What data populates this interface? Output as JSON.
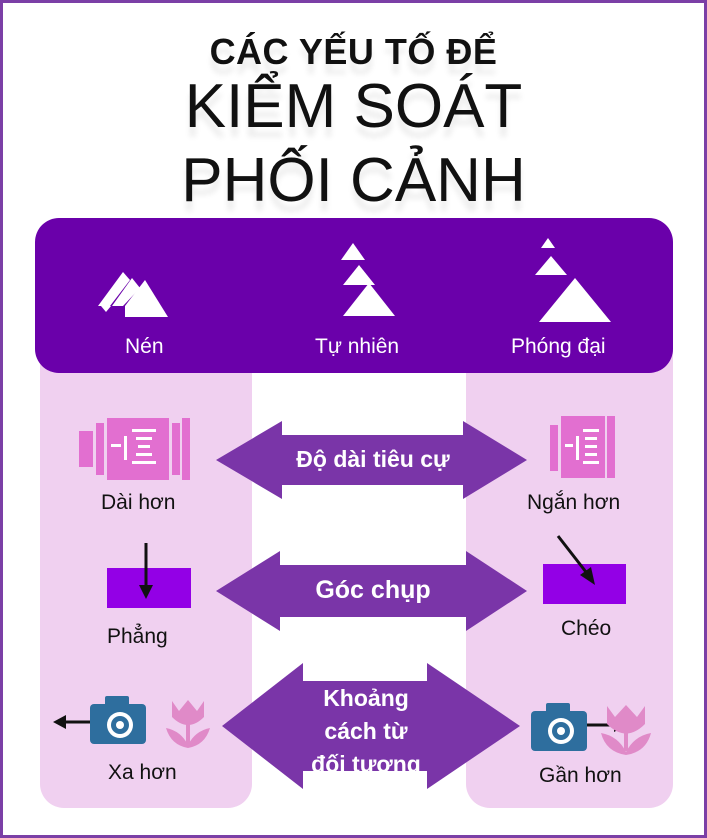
{
  "title": {
    "line1": "CÁC YẾU TỐ ĐỂ",
    "line2": "KIỂM SOÁT",
    "line3": "PHỐI CẢNH"
  },
  "perspective_types": [
    {
      "label": "Nén"
    },
    {
      "label": "Tự nhiên"
    },
    {
      "label": "Phóng đại"
    }
  ],
  "factors": [
    {
      "name": "Độ dài tiêu cự",
      "left": "Dài hơn",
      "right": "Ngắn hơn"
    },
    {
      "name": "Góc chụp",
      "left": "Phẳng",
      "right": "Chéo"
    },
    {
      "name_lines": [
        "Khoảng",
        "cách từ",
        "đối tượng"
      ],
      "left": "Xa hơn",
      "right": "Gần hơn"
    }
  ],
  "colors": {
    "band": "#6a00aa",
    "column": "#f0d0f0",
    "arrow": "#7a35a8",
    "lens": "#e26fd0",
    "box": "#9300e6",
    "camera": "#2e6e9e",
    "flower": "#e08ac8"
  }
}
